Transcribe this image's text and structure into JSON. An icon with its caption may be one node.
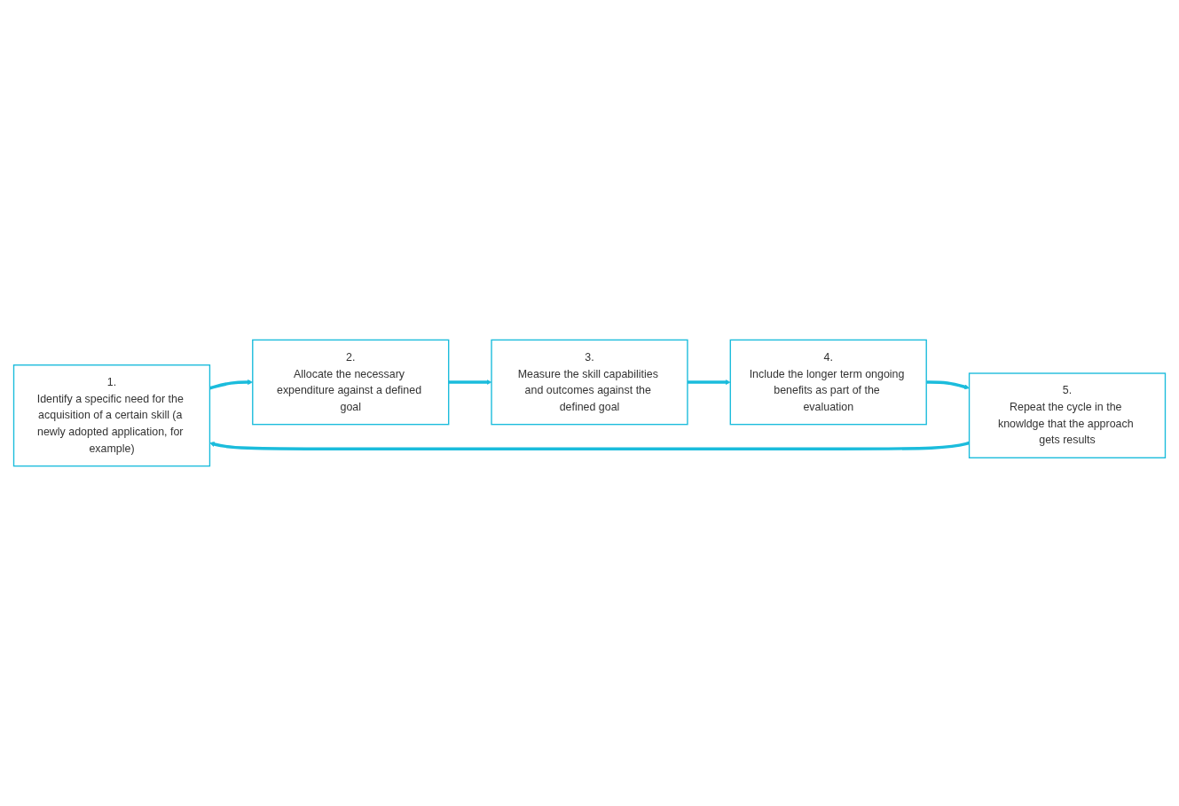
{
  "diagram": {
    "nodes": [
      {
        "text": [
          "1.",
          "Identify a specific need for the acquisition of a certain skill (a newly adopted application, for example)"
        ]
      },
      {
        "text": [
          "2.",
          "Allocate the necessary expenditure against a defined goal"
        ]
      },
      {
        "text": [
          "3.",
          "Measure the skill capabilities and outcomes against the defined goal"
        ]
      },
      {
        "text": [
          "4.",
          "Include the longer term ongoing benefits as part of the evaluation"
        ]
      },
      {
        "text": [
          "5.",
          "Repeat the cycle in the knowldge that the approach gets results"
        ]
      }
    ],
    "edges": [
      {
        "from": 0,
        "to": 1,
        "arrow": "to"
      },
      {
        "from": 1,
        "to": 2,
        "arrow": "to"
      },
      {
        "from": 2,
        "to": 3,
        "arrow": "to"
      },
      {
        "from": 3,
        "to": 4,
        "arrow": "to"
      },
      {
        "from": 4,
        "to": 0,
        "arrow": "to"
      }
    ]
  }
}
